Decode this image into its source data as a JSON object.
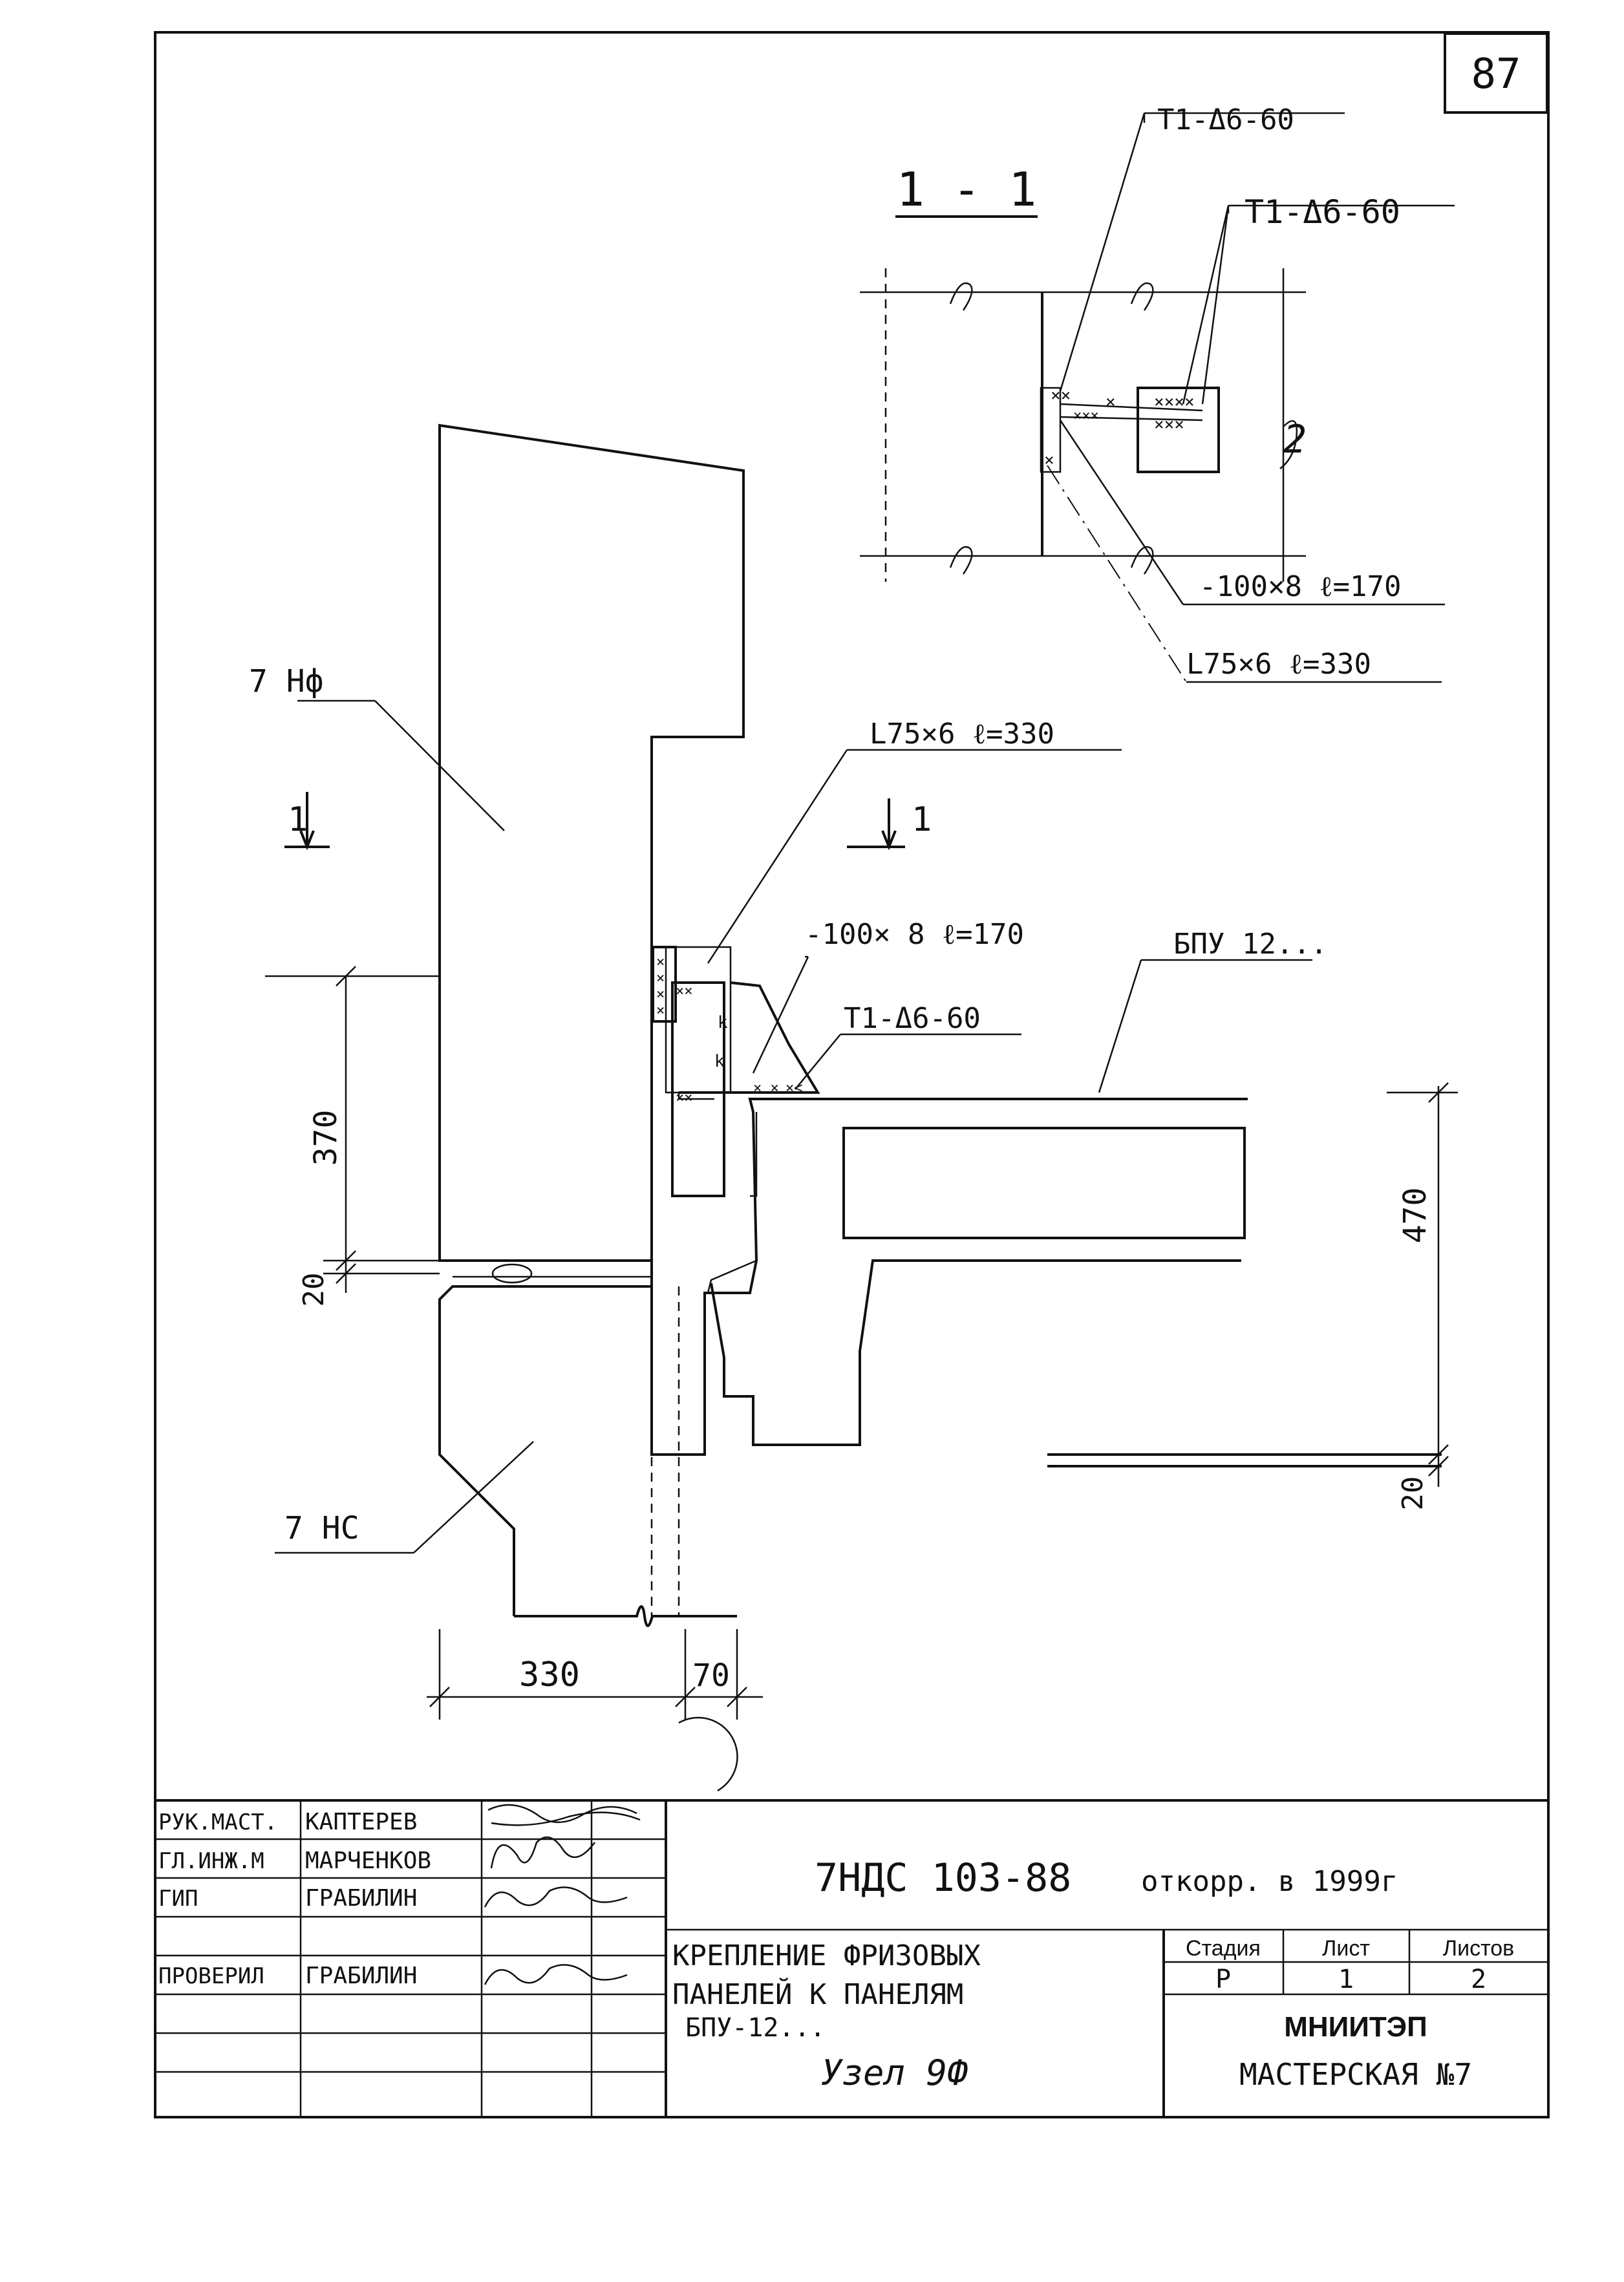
{
  "sheet": {
    "page_number": "87"
  },
  "section": {
    "title": "1 - 1",
    "callout_weld_1": "T1-Δ6-60",
    "callout_weld_2": "T1-Δ6-60",
    "callout_plate": "-100×8 ℓ=170",
    "callout_angle": "L75×6 ℓ=330",
    "hatch_note": "2"
  },
  "elevation": {
    "label_frieze_panel": "7 Нф",
    "label_wall_panel": "7 НС",
    "label_slab": "БПУ 12...",
    "callout_angle": "L75×6 ℓ=330",
    "callout_plate": "-100× 8 ℓ=170",
    "callout_weld": "T1-Δ6-60",
    "section_mark_left": "1",
    "section_mark_right": "1"
  },
  "dimensions": {
    "d370": "370",
    "d20_left": "20",
    "d470": "470",
    "d20_right": "20",
    "d330": "330",
    "d70": "70"
  },
  "title_block": {
    "roles": [
      "РУК.МАСТ.",
      "ГЛ.ИНЖ.М",
      "ГИП",
      "",
      "ПРОВЕРИЛ",
      "",
      "",
      ""
    ],
    "names": [
      "КАПТЕРЕВ",
      "МАРЧЕНКОВ",
      "ГРАБИЛИН",
      "",
      "ГРАБИЛИН",
      "",
      "",
      ""
    ],
    "document_code": "7НДС 103-88",
    "revision_note": "откорр. в 1999г",
    "drawing_title_line1": "КРЕПЛЕНИЕ ФРИЗОВЫХ",
    "drawing_title_line2": "ПАНЕЛЕЙ К ПАНЕЛЯМ",
    "drawing_title_line3": "БПУ-12...",
    "drawing_title_line4": "Узел 9Ф",
    "stage_header": "Стадия",
    "sheet_header": "Лист",
    "sheets_header": "Листов",
    "stage_value": "Р",
    "sheet_value": "1",
    "sheets_value": "2",
    "organization": "МНИИТЭП",
    "workshop": "МАСТЕРСКАЯ №7"
  }
}
